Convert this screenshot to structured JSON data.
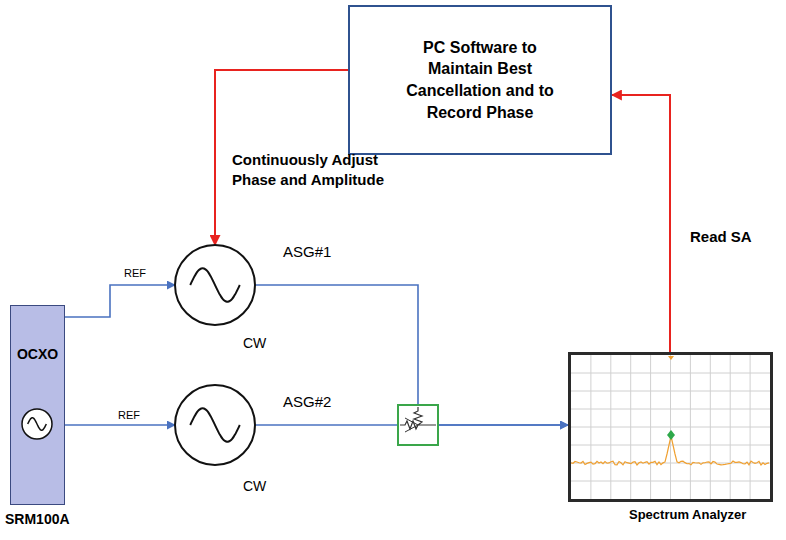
{
  "diagram": {
    "nodes": [
      {
        "text": [
          "PC Software to Maintain Best Cancellation and to Record Phase"
        ]
      },
      {
        "text": [
          "OCXO",
          "SRM100A"
        ]
      },
      {
        "text": [
          "ASG#1",
          "CW"
        ]
      },
      {
        "text": [
          "ASG#2",
          "CW"
        ]
      },
      {
        "text": [
          "Spectrum Analyzer"
        ]
      }
    ],
    "edges": [
      {
        "from": 0,
        "to": 2,
        "arrow": "to",
        "label": "Continuously Adjust Phase and Amplitude"
      },
      {
        "from": 4,
        "to": 0,
        "arrow": "to",
        "label": "Read SA"
      },
      {
        "from": 1,
        "to": 2,
        "arrow": "to",
        "label": "REF"
      },
      {
        "from": 1,
        "to": 3,
        "arrow": "to",
        "label": "REF"
      },
      {
        "from": 2,
        "to": 4,
        "arrow": "to"
      },
      {
        "from": 3,
        "to": 4,
        "arrow": "to"
      }
    ]
  }
}
